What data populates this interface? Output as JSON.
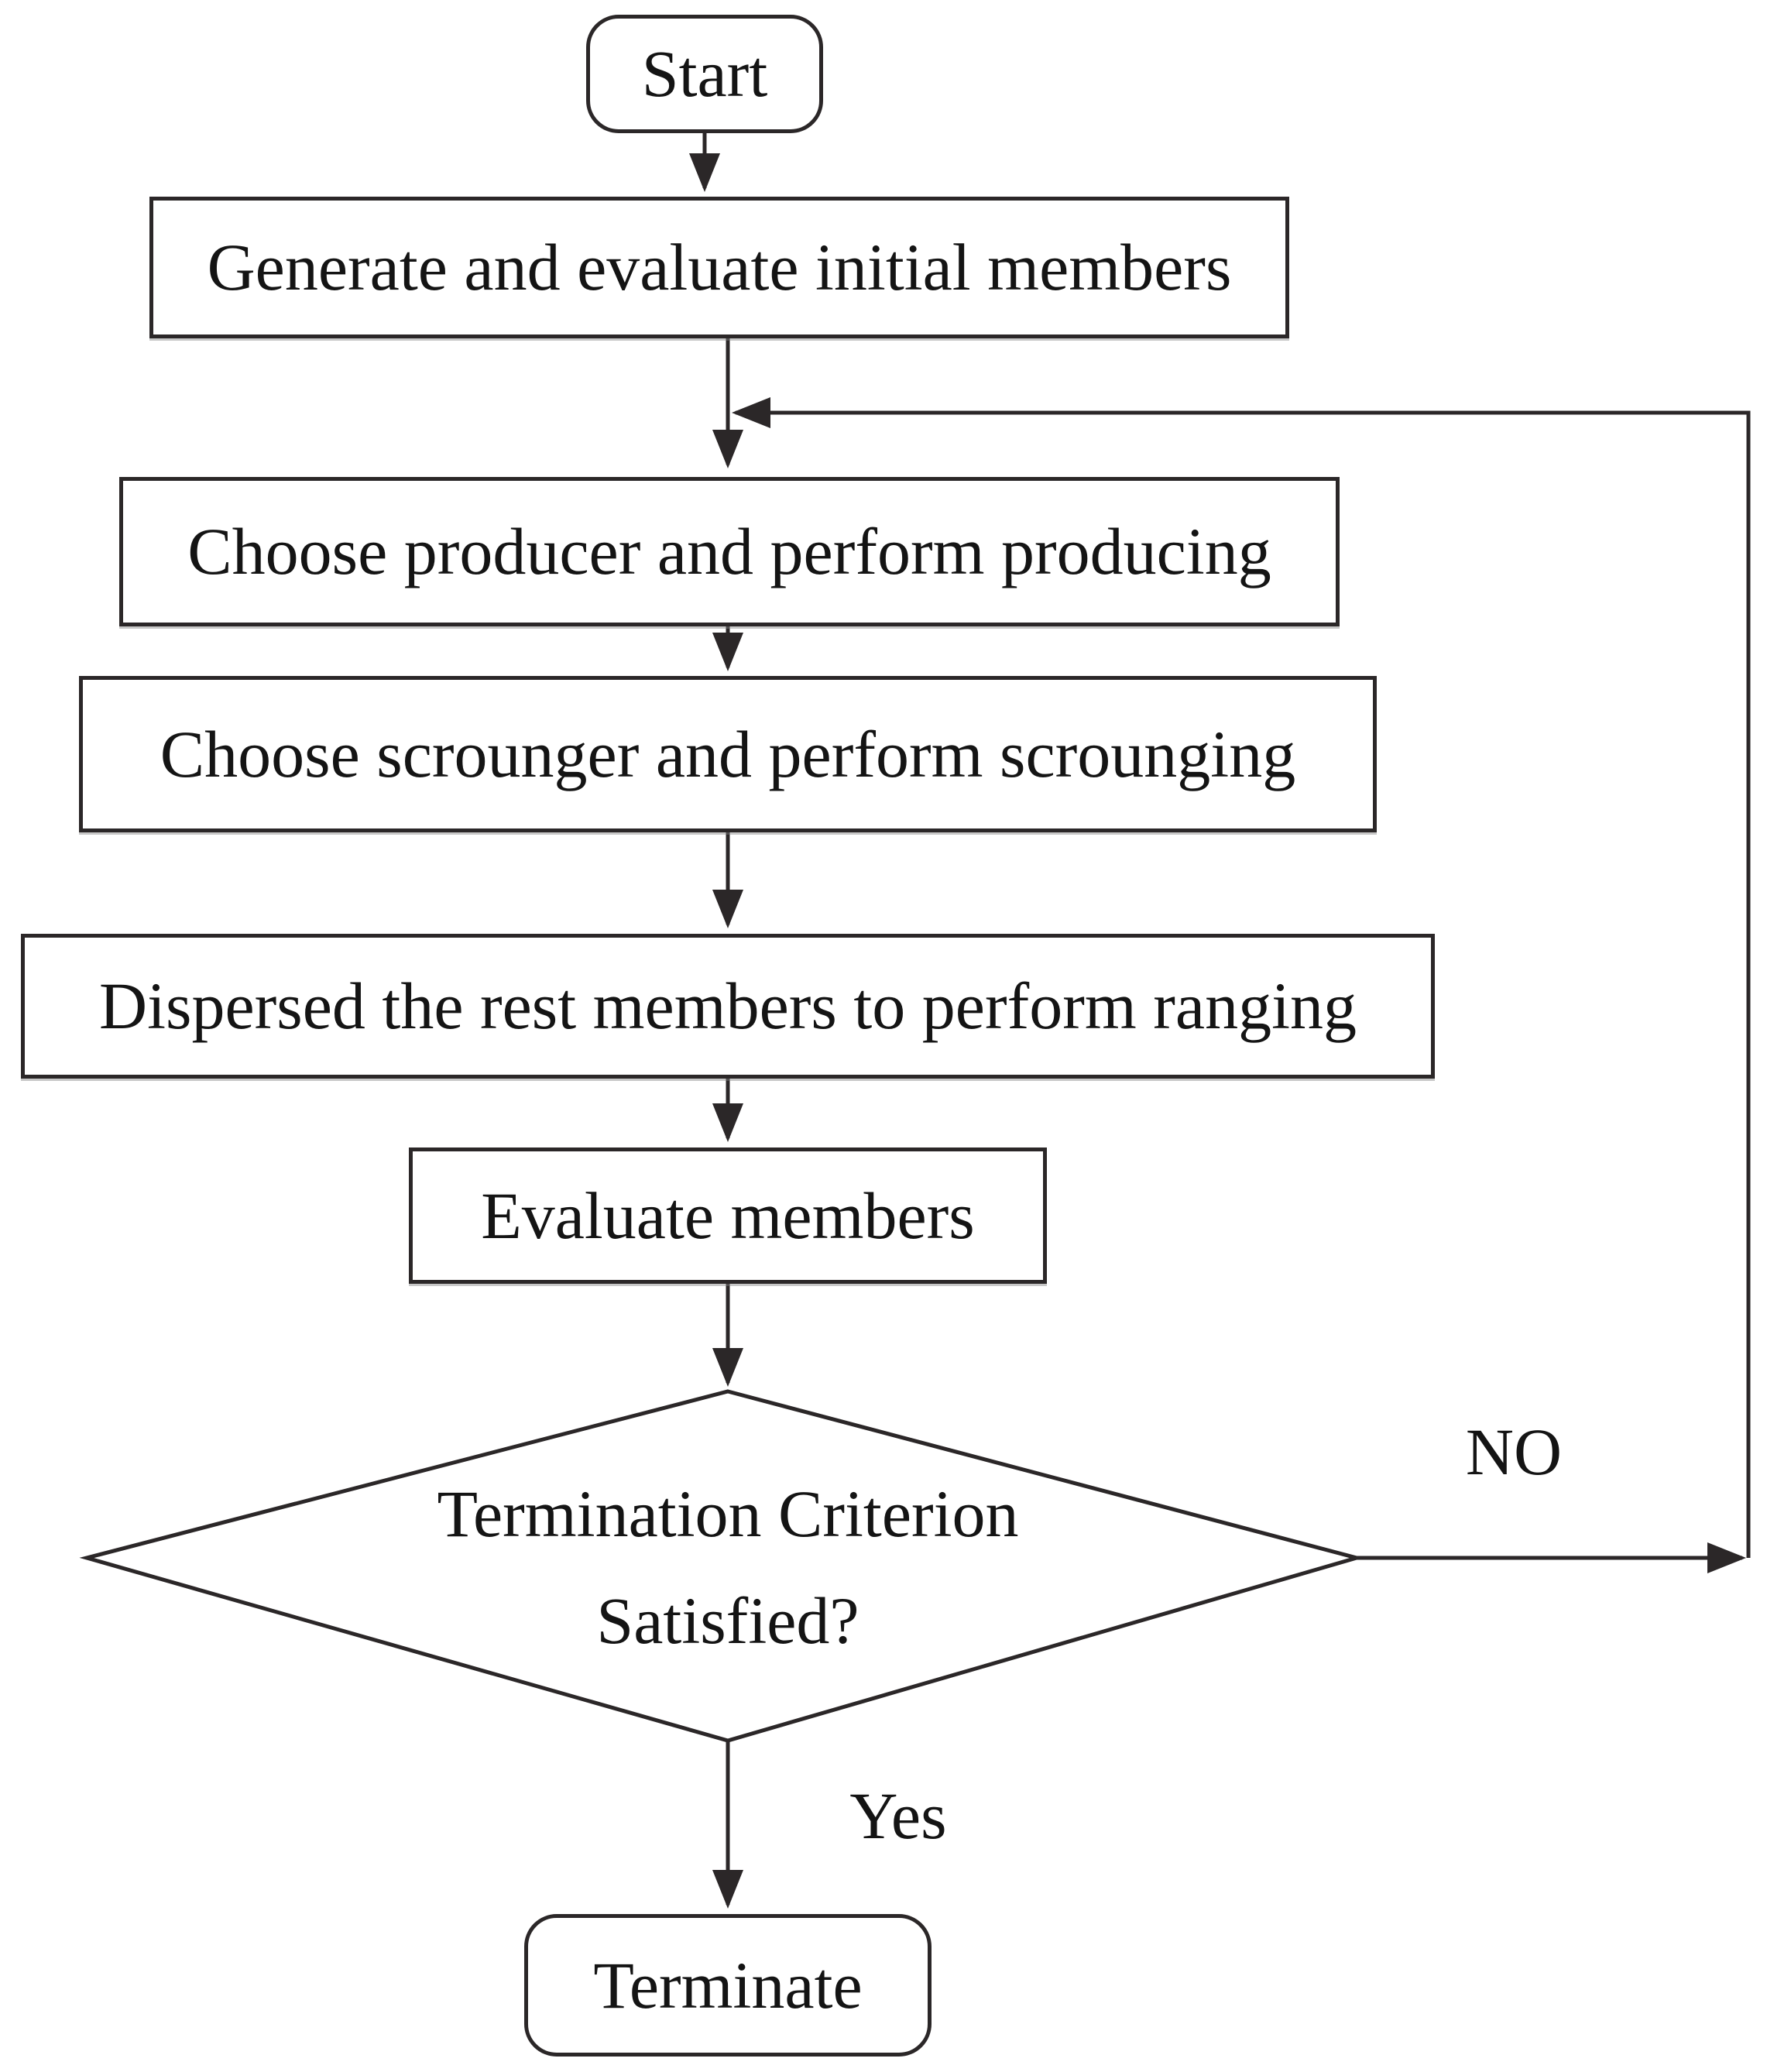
{
  "flowchart": {
    "type": "flowchart",
    "nodes": {
      "start": {
        "shape": "rounded-rect",
        "label": "Start"
      },
      "generate": {
        "shape": "rect",
        "label": "Generate and evaluate initial members"
      },
      "producer": {
        "shape": "rect",
        "label": "Choose producer and perform producing"
      },
      "scrounger": {
        "shape": "rect",
        "label": "Choose scrounger and perform scrounging"
      },
      "disperse": {
        "shape": "rect",
        "label": "Dispersed the rest members to perform ranging"
      },
      "evaluate": {
        "shape": "rect",
        "label": "Evaluate members"
      },
      "decision": {
        "shape": "diamond",
        "label_line1": "Termination Criterion",
        "label_line2": "Satisfied?"
      },
      "terminate": {
        "shape": "rounded-rect",
        "label": "Terminate"
      }
    },
    "edge_labels": {
      "no": "NO",
      "yes": "Yes"
    },
    "edges": [
      {
        "from": "start",
        "to": "generate"
      },
      {
        "from": "generate",
        "to": "producer"
      },
      {
        "from": "producer",
        "to": "scrounger"
      },
      {
        "from": "scrounger",
        "to": "disperse"
      },
      {
        "from": "disperse",
        "to": "evaluate"
      },
      {
        "from": "evaluate",
        "to": "decision"
      },
      {
        "from": "decision",
        "to": "producer",
        "label": "NO",
        "route": "right-loop"
      },
      {
        "from": "decision",
        "to": "terminate",
        "label": "Yes"
      }
    ],
    "colors": {
      "line": "#2b2728",
      "text": "#141414",
      "node_fill": "#ffffff",
      "background": "#ffffff"
    }
  }
}
